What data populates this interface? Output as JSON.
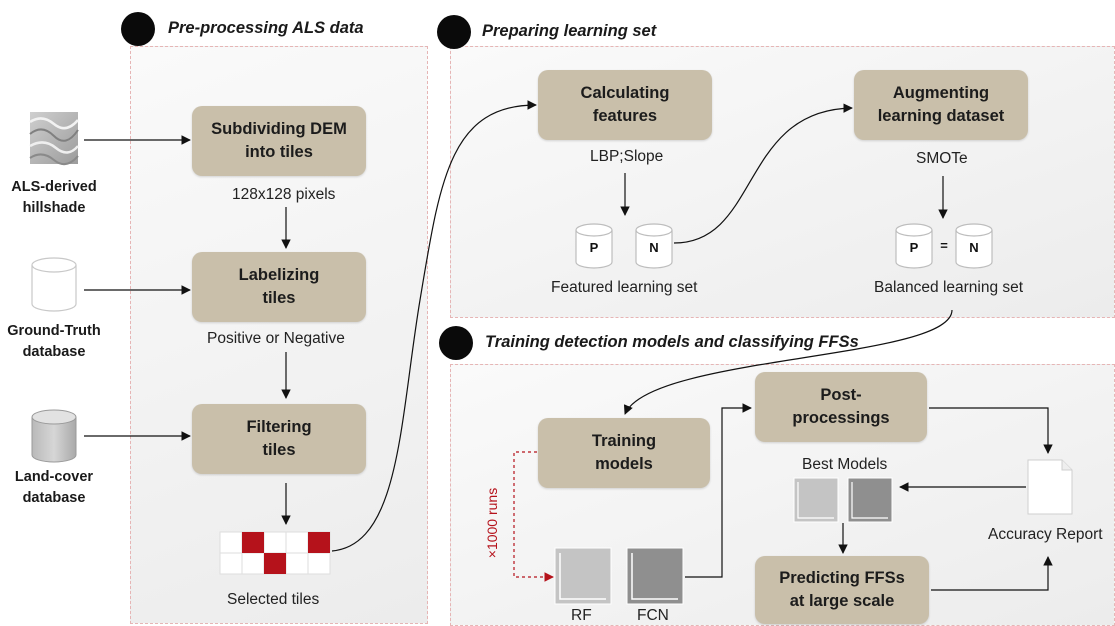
{
  "sections": {
    "preprocessing": "Pre-processing ALS data",
    "learning": "Preparing learning set",
    "training": "Training detection models and classifying FFSs"
  },
  "inputs": {
    "hillshade": "ALS-derived\nhillshade",
    "ground_truth": "Ground-Truth\ndatabase",
    "land_cover": "Land-cover\ndatabase"
  },
  "steps": {
    "subdividing": "Subdividing DEM\ninto tiles",
    "labelizing": "Labelizing\ntiles",
    "filtering": "Filtering\ntiles",
    "calculating": "Calculating\nfeatures",
    "augmenting": "Augmenting\nlearning dataset",
    "training": "Training\nmodels",
    "postprocessing": "Post-\nprocessings",
    "predicting": "Predicting FFSs\nat large scale"
  },
  "labels": {
    "tile_size": "128x128 pixels",
    "pos_neg": "Positive or Negative",
    "selected_tiles": "Selected tiles",
    "features": "LBP;Slope",
    "featured_set": "Featured learning set",
    "smote": "SMOTe",
    "balanced_set": "Balanced learning set",
    "runs": "×1000 runs",
    "best_models": "Best Models",
    "accuracy_report": "Accuracy Report",
    "rf": "RF",
    "fcn": "FCN"
  },
  "sets": {
    "positive": "P",
    "negative": "N",
    "equals": "="
  },
  "colors": {
    "step_box": "#c9bfaa",
    "runs_accent": "#b5121b",
    "tile_red": "#b5121b"
  }
}
